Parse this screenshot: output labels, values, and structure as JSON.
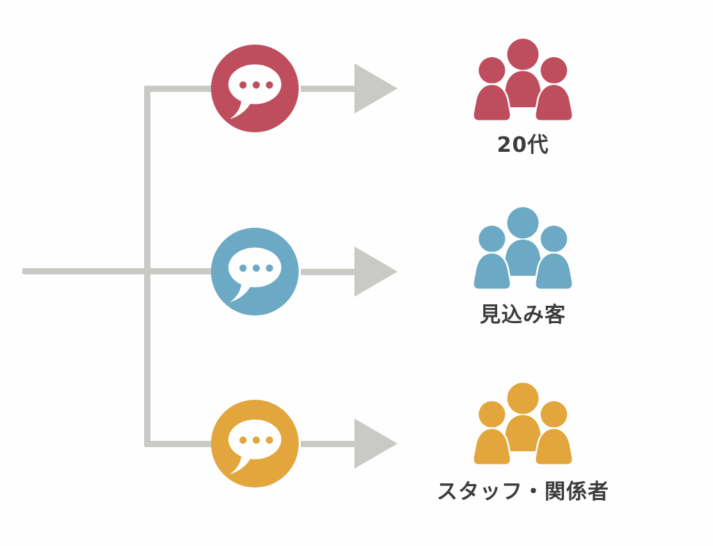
{
  "page": {
    "background_color": "#FEFEFE"
  },
  "diagram": {
    "type": "branching-flow",
    "line_color": "#C9CAC6",
    "label_color": "#3C3C3C",
    "rows": [
      {
        "label": "20代",
        "color": "#BE4E5E",
        "badge_icon": "chat-bubble-icon",
        "target_icon": "people-group-icon"
      },
      {
        "label": "見込み客",
        "color": "#6CA9C4",
        "badge_icon": "chat-bubble-icon",
        "target_icon": "people-group-icon"
      },
      {
        "label": "スタッフ・関係者",
        "color": "#E2A63C",
        "badge_icon": "chat-bubble-icon",
        "target_icon": "people-group-icon"
      }
    ]
  }
}
